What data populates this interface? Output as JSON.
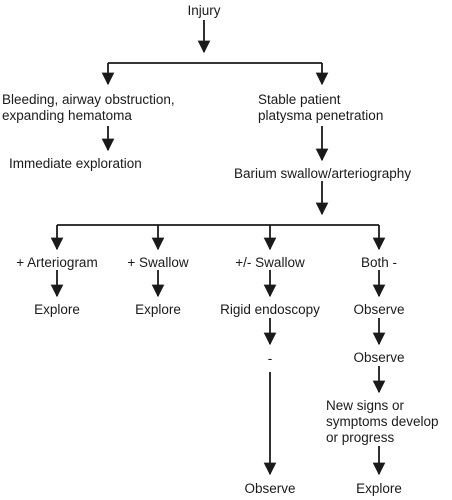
{
  "flowchart": {
    "root": "Injury",
    "unstable_branch": {
      "condition": "Bleeding, airway obstruction,\nexpanding hematoma",
      "action": "Immediate exploration"
    },
    "stable_branch": {
      "condition": "Stable patient\nplatysma penetration",
      "study": "Barium swallow/arteriography",
      "outcomes": {
        "arteriogram_positive": {
          "result": "+ Arteriogram",
          "action": "Explore"
        },
        "swallow_positive": {
          "result": "+ Swallow",
          "action": "Explore"
        },
        "swallow_equivocal": {
          "result": "+/- Swallow",
          "next": "Rigid endoscopy",
          "finding": "-",
          "action": "Observe"
        },
        "both_negative": {
          "result": "Both -",
          "step1": "Observe",
          "step2": "Observe",
          "check": "New signs or\nsymptoms develop\nor progress",
          "action": "Explore"
        }
      }
    }
  }
}
